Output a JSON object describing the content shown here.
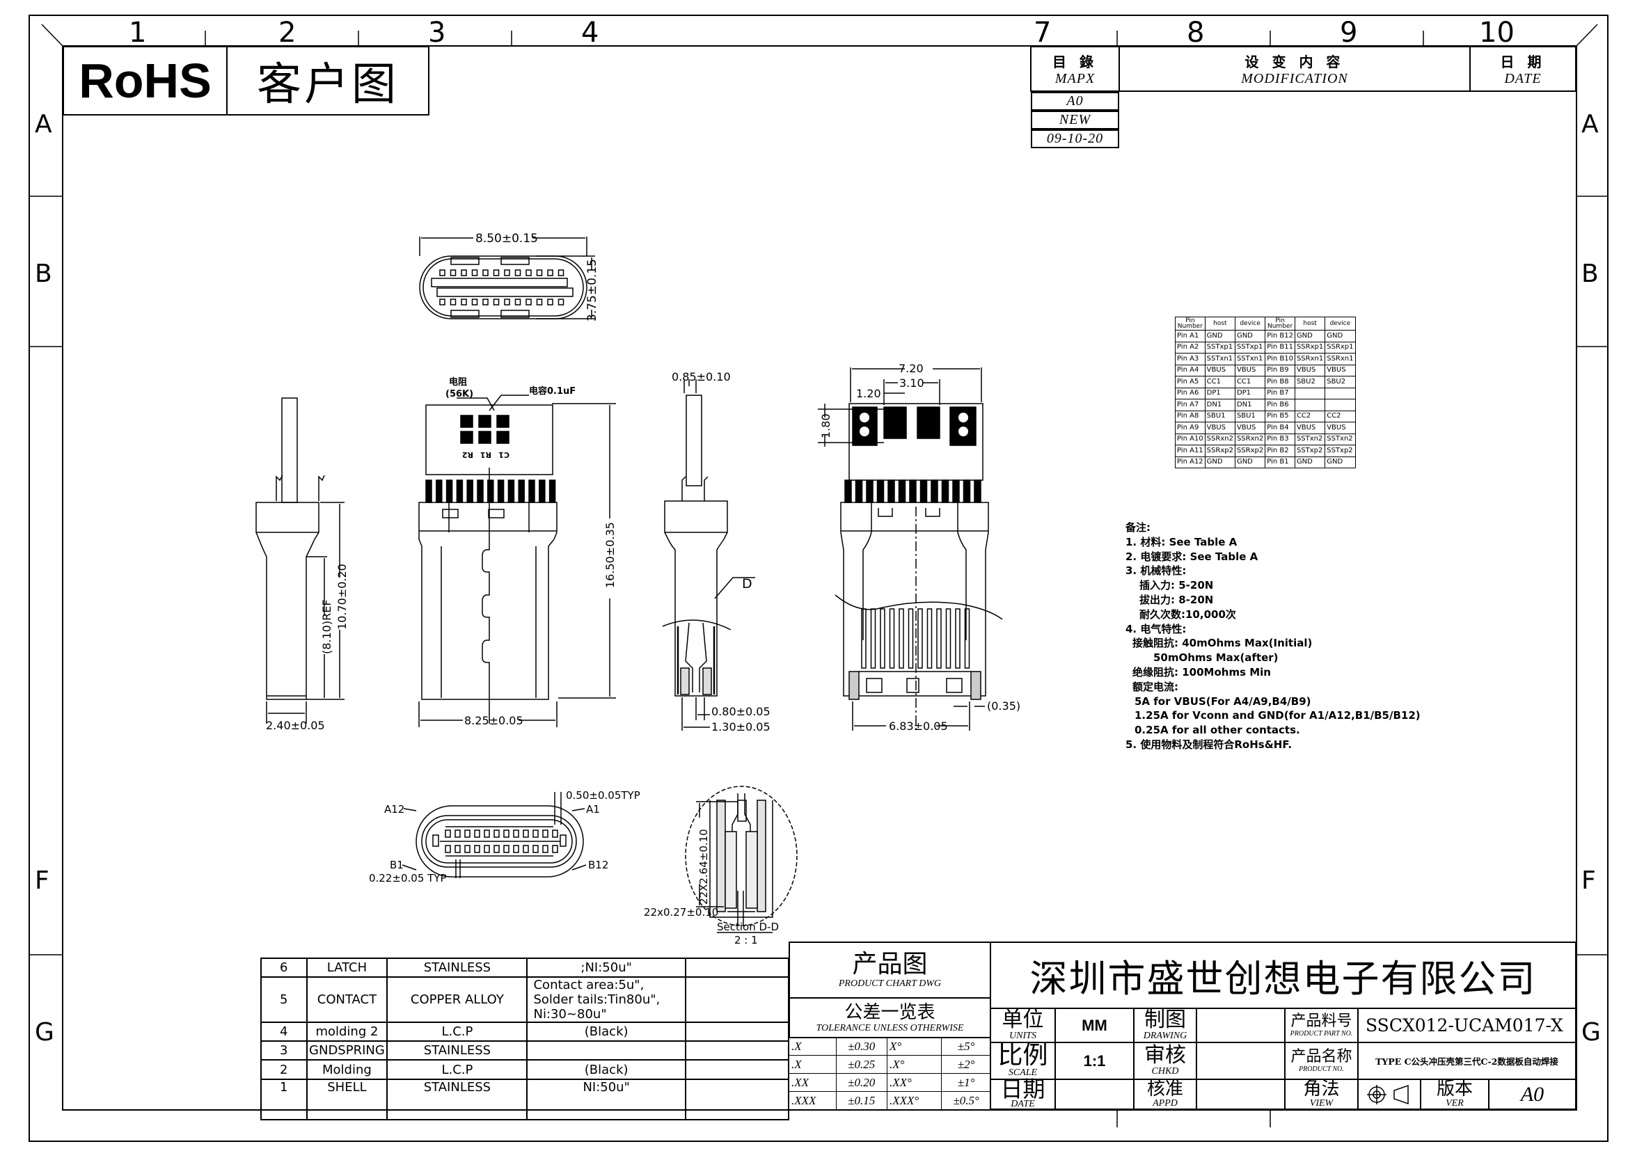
{
  "frame": {
    "columns": [
      "1",
      "2",
      "3",
      "4",
      "7",
      "8",
      "9",
      "10"
    ],
    "rows": [
      "A",
      "B",
      "F",
      "G"
    ]
  },
  "header": {
    "rohs": "RoHS",
    "title": "客户图"
  },
  "revision": {
    "headers": [
      {
        "cn": "目 錄",
        "en": "MAPX"
      },
      {
        "cn": "设 变 内 容",
        "en": "MODIFICATION"
      },
      {
        "cn": "日 期",
        "en": "DATE"
      }
    ],
    "row": {
      "mapx": "A0",
      "modification": "NEW",
      "date": "09-10-20"
    }
  },
  "dimensions": {
    "face_width": "8.50±0.15",
    "face_height": "3.75±0.15",
    "side_ref": "(8.10)REF",
    "side_length": "10.70±0.20",
    "side_width": "2.40±0.05",
    "resistor_label": "电阻",
    "resistor_value": "(56K)",
    "capacitor_label": "电容0.1uF",
    "pad_labels": [
      "R2",
      "R1",
      "C1"
    ],
    "top_length": "16.50±0.35",
    "top_width": "8.25±0.05",
    "pcb_thickness": "0.85±0.10",
    "section_mark": "D",
    "tip_inner": "0.80±0.05",
    "tip_outer": "1.30±0.05",
    "pcb_width": "7.20",
    "pad_pitch": "3.10",
    "pad_width": "1.20",
    "pad_height": "1.80",
    "shell_width": "6.83±0.05",
    "shell_offset": "(0.35)",
    "pin_pitch": "0.50±0.05TYP",
    "pin_width": "0.22±0.05 TYP",
    "pin_a12": "A12",
    "pin_a1": "A1",
    "pin_b1": "B1",
    "pin_b12": "B12",
    "section_height": "22X2.64±0.10",
    "section_width": "22x0.27±0.10",
    "section_title": "Section D-D",
    "section_scale": "2 : 1"
  },
  "pin_table": {
    "headers": [
      "Pin Number",
      "host",
      "device",
      "Pin Number",
      "host",
      "device"
    ],
    "rows": [
      [
        "Pin A1",
        "GND",
        "GND",
        "Pin B12",
        "GND",
        "GND"
      ],
      [
        "Pin A2",
        "SSTxp1",
        "SSTxp1",
        "Pin B11",
        "SSRxp1",
        "SSRxp1"
      ],
      [
        "Pin A3",
        "SSTxn1",
        "SSTxn1",
        "Pin B10",
        "SSRxn1",
        "SSRxn1"
      ],
      [
        "Pin A4",
        "VBUS",
        "VBUS",
        "Pin B9",
        "VBUS",
        "VBUS"
      ],
      [
        "Pin A5",
        "CC1",
        "CC1",
        "Pin B8",
        "SBU2",
        "SBU2"
      ],
      [
        "Pin A6",
        "DP1",
        "DP1",
        "Pin B7",
        "",
        ""
      ],
      [
        "Pin A7",
        "DN1",
        "DN1",
        "Pin B6",
        "",
        ""
      ],
      [
        "Pin A8",
        "SBU1",
        "SBU1",
        "Pin B5",
        "CC2",
        "CC2"
      ],
      [
        "Pin A9",
        "VBUS",
        "VBUS",
        "Pin B4",
        "VBUS",
        "VBUS"
      ],
      [
        "Pin A10",
        "SSRxn2",
        "SSRxn2",
        "Pin B3",
        "SSTxn2",
        "SSTxn2"
      ],
      [
        "Pin A11",
        "SSRxp2",
        "SSRxp2",
        "Pin B2",
        "SSTxp2",
        "SSTxp2"
      ],
      [
        "Pin A12",
        "GND",
        "GND",
        "Pin B1",
        "GND",
        "GND"
      ]
    ]
  },
  "notes": [
    {
      "text": "备注:",
      "indent": 0
    },
    {
      "text": "1. 材料: See Table A",
      "indent": 0
    },
    {
      "text": "2. 电镀要求: See Table A",
      "indent": 0
    },
    {
      "text": "3. 机械特性:",
      "indent": 0
    },
    {
      "text": "插入力: 5-20N",
      "indent": 2
    },
    {
      "text": "拔出力: 8-20N",
      "indent": 2
    },
    {
      "text": "耐久次数:10,000次",
      "indent": 2
    },
    {
      "text": "4. 电气特性:",
      "indent": 0
    },
    {
      "text": "接触阻抗: 40mOhms Max(Initial)",
      "indent": 1
    },
    {
      "text": "50mOhms Max(after)",
      "indent": 4
    },
    {
      "text": "绝缘阻抗: 100Mohms Min",
      "indent": 1
    },
    {
      "text": "额定电流:",
      "indent": 1
    },
    {
      "text": "5A for VBUS(For A4/A9,B4/B9)",
      "indent": 1.3
    },
    {
      "text": "1.25A for Vconn and GND(for A1/A12,B1/B5/B12)",
      "indent": 1.3
    },
    {
      "text": "0.25A for all other contacts.",
      "indent": 1.3
    },
    {
      "text": "5. 使用物料及制程符合RoHs&HF.",
      "indent": 0
    }
  ],
  "bom": [
    {
      "no": "6",
      "part": "LATCH",
      "material": "STAINLESS",
      "finish": ";NI:50u\"",
      "note": ""
    },
    {
      "no": "5",
      "part": "CONTACT",
      "material": "COPPER ALLOY",
      "finish": "Contact area:5u\",\nSolder tails:Tin80u\", Ni:30~80u\"",
      "note": ""
    },
    {
      "no": "4",
      "part": "molding 2",
      "material": "L.C.P",
      "finish": "(Black)",
      "note": ""
    },
    {
      "no": "3",
      "part": "GNDSPRING",
      "material": "STAINLESS",
      "finish": "",
      "note": ""
    },
    {
      "no": "2",
      "part": "Molding",
      "material": "L.C.P",
      "finish": "(Black)",
      "note": ""
    },
    {
      "no": "1",
      "part": "SHELL",
      "material": "STAINLESS",
      "finish": "NI:50u\"",
      "note": ""
    }
  ],
  "title_block": {
    "chart_cn": "产品图",
    "chart_en": "PRODUCT CHART DWG",
    "tol_cn": "公差一览表",
    "tol_en": "TOLERANCE UNLESS OTHERWISE",
    "tolerances": [
      [
        ".X",
        "±0.30",
        "X°",
        "±5°"
      ],
      [
        ".X",
        "±0.25",
        ".X°",
        "±2°"
      ],
      [
        ".XX",
        "±0.20",
        ".XX°",
        "±1°"
      ],
      [
        ".XXX",
        "±0.15",
        ".XXX°",
        "±0.5°"
      ]
    ],
    "company": "深圳市盛世创想电子有限公司",
    "units_cn": "单位",
    "units_en": "UNITS",
    "units_value": "MM",
    "scale_cn": "比例",
    "scale_en": "SCALE",
    "scale_value": "1:1",
    "date_cn": "日期",
    "date_en": "DATE",
    "drawing_cn": "制图",
    "drawing_en": "DRAWING",
    "chkd_cn": "审核",
    "chkd_en": "CHKD",
    "appd_cn": "核准",
    "appd_en": "APPD",
    "part_no_cn": "产品料号",
    "part_no_en": "PRODUCT PART NO.",
    "part_no": "SSCX012-UCAM017-X",
    "product_cn": "产品名称",
    "product_en": "PRODUCT   NO.",
    "product_name": "TYPE C公头冲压壳第三代C-2数据板自动焊接",
    "view_cn": "角法",
    "view_en": "VIEW",
    "ver_cn": "版本",
    "ver_en": "VER",
    "ver_value": "A0"
  }
}
